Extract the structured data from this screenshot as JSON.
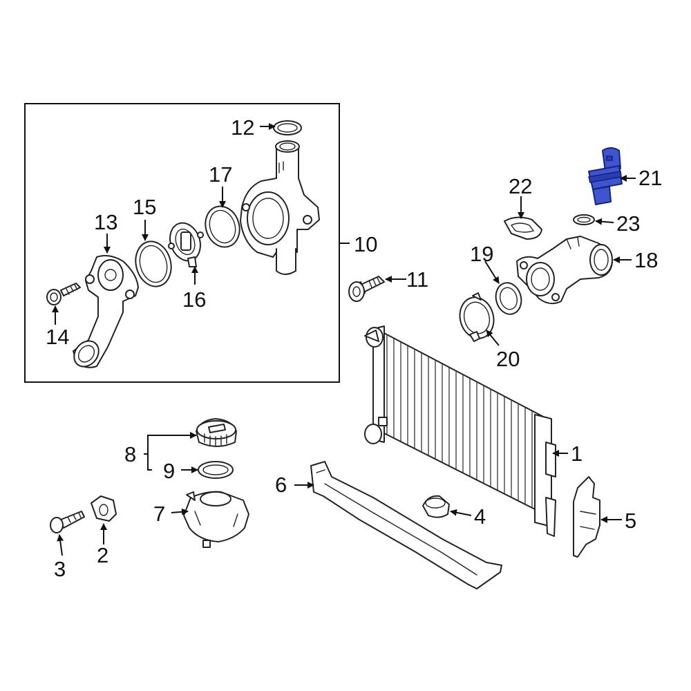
{
  "callouts": {
    "c1": "1",
    "c2": "2",
    "c3": "3",
    "c4": "4",
    "c5": "5",
    "c6": "6",
    "c7": "7",
    "c8": "8",
    "c9": "9",
    "c10": "10",
    "c11": "11",
    "c12": "12",
    "c13": "13",
    "c14": "14",
    "c15": "15",
    "c16": "16",
    "c17": "17",
    "c18": "18",
    "c19": "19",
    "c20": "20",
    "c21": "21",
    "c22": "22",
    "c23": "23"
  },
  "highlight_color": "#3d55cf",
  "highlighted_part": "21"
}
